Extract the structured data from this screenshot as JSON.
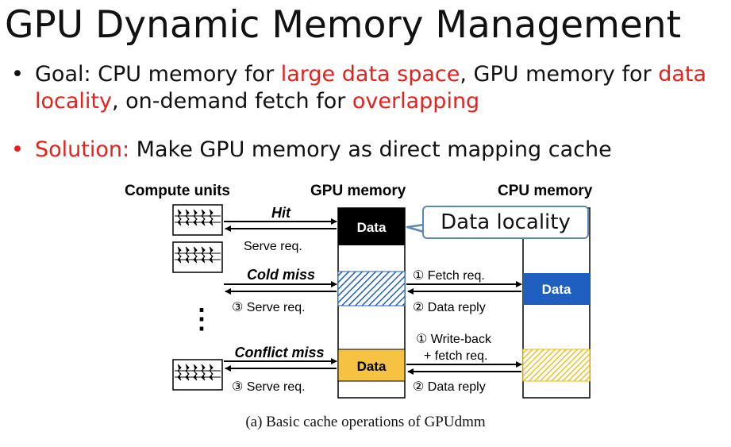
{
  "slide": {
    "title": "GPU Dynamic Memory Management",
    "bullets": [
      {
        "dot": "•",
        "parts": [
          "Goal: CPU memory for ",
          "large data space",
          ", GPU memory for ",
          "data locality",
          ", on-demand fetch for ",
          "overlapping"
        ]
      },
      {
        "dot": "•",
        "parts": [
          "Solution:",
          " Make GPU memory as direct mapping cache"
        ]
      }
    ],
    "accent_color": "#e8201c"
  },
  "diagram": {
    "headers": {
      "compute": "Compute units",
      "gpu": "GPU memory",
      "cpu": "CPU memory"
    },
    "hit": {
      "label": "Hit",
      "data": "Data",
      "serve": "Serve req."
    },
    "cold_miss": {
      "label": "Cold miss",
      "serve": "③ Serve req.",
      "fetch": "① Fetch req.",
      "reply": "② Data reply",
      "cpu_data": "Data"
    },
    "conflict_miss": {
      "label": "Conflict miss",
      "data": "Data",
      "serve": "③ Serve req.",
      "writeback": "① Write-back",
      "fetch": "+ fetch req.",
      "reply": "② Data reply"
    },
    "ellipsis": "⋮",
    "callout": "Data locality",
    "caption": "(a) Basic cache operations of GPUdmm",
    "colors": {
      "hit_block": "#000000",
      "cpu_data": "#1f5fbf",
      "conflict_block": "#f5c242",
      "callout_border": "#5a87b8"
    }
  }
}
